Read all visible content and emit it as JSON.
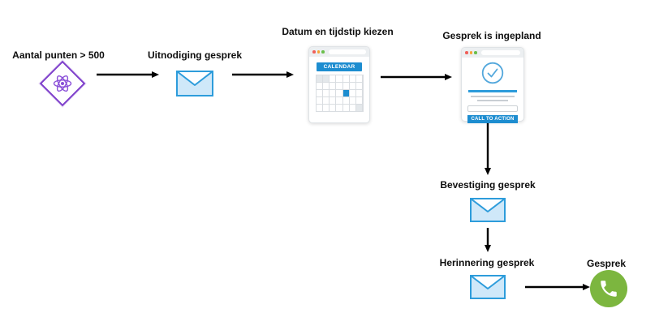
{
  "diagram": {
    "type": "flowchart",
    "background": "#ffffff",
    "nodes": {
      "points": {
        "label": "Aantal punten > 500",
        "icon": "atom-diamond"
      },
      "invite": {
        "label": "Uitnodiging gesprek",
        "icon": "envelope"
      },
      "datetime": {
        "label": "Datum en tijdstip kiezen",
        "icon": "browser-calendar",
        "banner": "CALENDAR"
      },
      "scheduled": {
        "label": "Gesprek is ingepland",
        "icon": "browser-check",
        "button": "CALL TO ACTION"
      },
      "confirmation": {
        "label": "Bevestiging gesprek",
        "icon": "envelope"
      },
      "reminder": {
        "label": "Herinnering gesprek",
        "icon": "envelope"
      },
      "call": {
        "label": "Gesprek",
        "icon": "phone"
      }
    },
    "edges": [
      {
        "from": "points",
        "to": "invite",
        "direction": "right"
      },
      {
        "from": "invite",
        "to": "datetime",
        "direction": "right"
      },
      {
        "from": "datetime",
        "to": "scheduled",
        "direction": "right"
      },
      {
        "from": "scheduled",
        "to": "confirmation",
        "direction": "down"
      },
      {
        "from": "confirmation",
        "to": "reminder",
        "direction": "down"
      },
      {
        "from": "reminder",
        "to": "call",
        "direction": "right"
      }
    ],
    "colors": {
      "arrow": "#000000",
      "label_text": "#0d0d0d",
      "purple_accent": "#7e3fcb",
      "blue_accent": "#2d9cdb",
      "blue_dark": "#1d8dd0",
      "envelope_fill": "#cfe8f9",
      "phone_green": "#7cb63f",
      "browser_chrome": "#eceff1",
      "dot_red": "#f0605a",
      "dot_orange": "#f7a336",
      "dot_green": "#6abf4b"
    }
  }
}
